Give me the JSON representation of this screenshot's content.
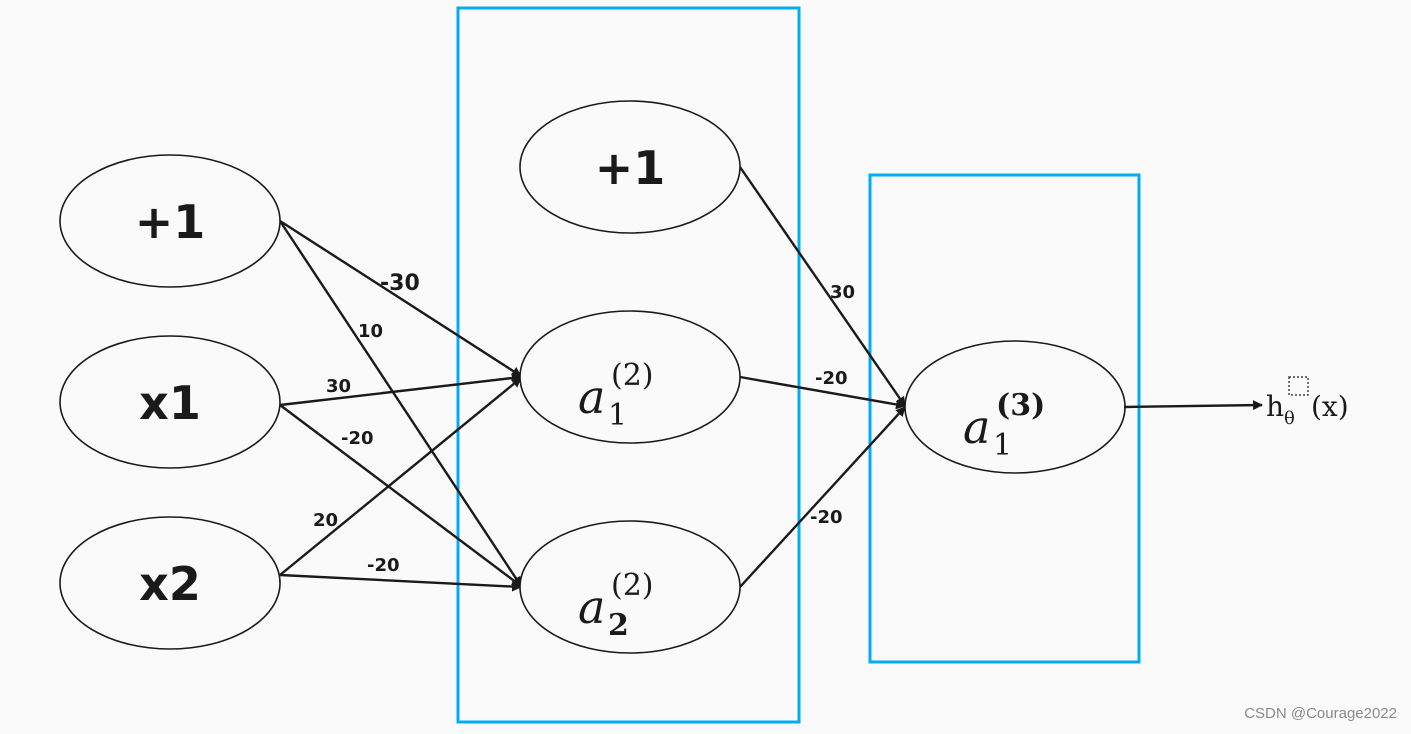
{
  "title": "Neural network diagram (XNOR example)",
  "colors": {
    "background": "#fafafa",
    "stroke": "#1a1a1a",
    "layer_box": "#00aeef"
  },
  "layers": [
    {
      "id": "input",
      "boxed": false,
      "nodes": [
        {
          "id": "bias1",
          "label": "+1",
          "kind": "plain"
        },
        {
          "id": "x1",
          "label": "x1",
          "kind": "plain"
        },
        {
          "id": "x2",
          "label": "x2",
          "kind": "plain"
        }
      ]
    },
    {
      "id": "hidden",
      "boxed": true,
      "nodes": [
        {
          "id": "bias2",
          "label": "+1",
          "kind": "plain"
        },
        {
          "id": "a12",
          "kind": "math",
          "base": "a",
          "sub": "1",
          "sup": "(2)"
        },
        {
          "id": "a22",
          "kind": "math",
          "base": "a",
          "sub": "2",
          "sup": "(2)"
        }
      ]
    },
    {
      "id": "output",
      "boxed": true,
      "nodes": [
        {
          "id": "a13",
          "kind": "math",
          "base": "a",
          "sub": "1",
          "sup": "(3)"
        }
      ]
    }
  ],
  "edges": [
    {
      "from": "bias1",
      "to": "a12",
      "weight": "-30"
    },
    {
      "from": "bias1",
      "to": "a22",
      "weight": "10"
    },
    {
      "from": "x1",
      "to": "a12",
      "weight": "30"
    },
    {
      "from": "x1",
      "to": "a22",
      "weight": "-20"
    },
    {
      "from": "x2",
      "to": "a12",
      "weight": "20"
    },
    {
      "from": "x2",
      "to": "a22",
      "weight": "-20"
    },
    {
      "from": "bias2",
      "to": "a13",
      "weight": "30"
    },
    {
      "from": "a12",
      "to": "a13",
      "weight": "-20"
    },
    {
      "from": "a22",
      "to": "a13",
      "weight": "-20"
    }
  ],
  "output": {
    "from": "a13",
    "text_main": "h",
    "text_sub": "θ",
    "text_arg": "(x)"
  },
  "watermark": "CSDN @Courage2022"
}
